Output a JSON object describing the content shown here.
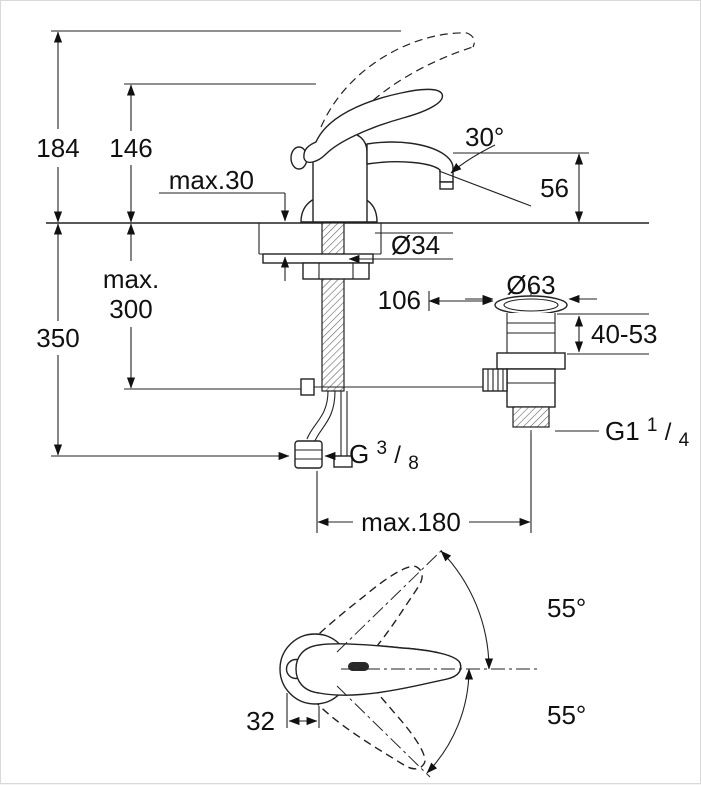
{
  "drawing": {
    "name": "faucet-installation-dimension-drawing",
    "colors": {
      "line": "#222222",
      "background": "#ffffff",
      "text": "#111111"
    }
  },
  "dims": {
    "total_height": "184",
    "lever_height": "146",
    "deck_thickness": "max.30",
    "spout_angle": "30°",
    "outlet_height": "56",
    "hole_diameter": "Ø34",
    "hose_depth_line1": "max.",
    "hose_depth_line2": "300",
    "install_depth": "350",
    "projection": "106",
    "waste_flange_diameter": "Ø63",
    "clamping_range": "40-53",
    "supply_thread": {
      "base": "G",
      "numerator": "3",
      "slash": "/",
      "denominator": "8"
    },
    "waste_thread": {
      "base": "G1",
      "numerator": "1",
      "slash": "/",
      "denominator": "4"
    },
    "centre_distance": "max.180",
    "swing_angle_up": "55°",
    "swing_angle_down": "55°",
    "base_width": "32"
  }
}
